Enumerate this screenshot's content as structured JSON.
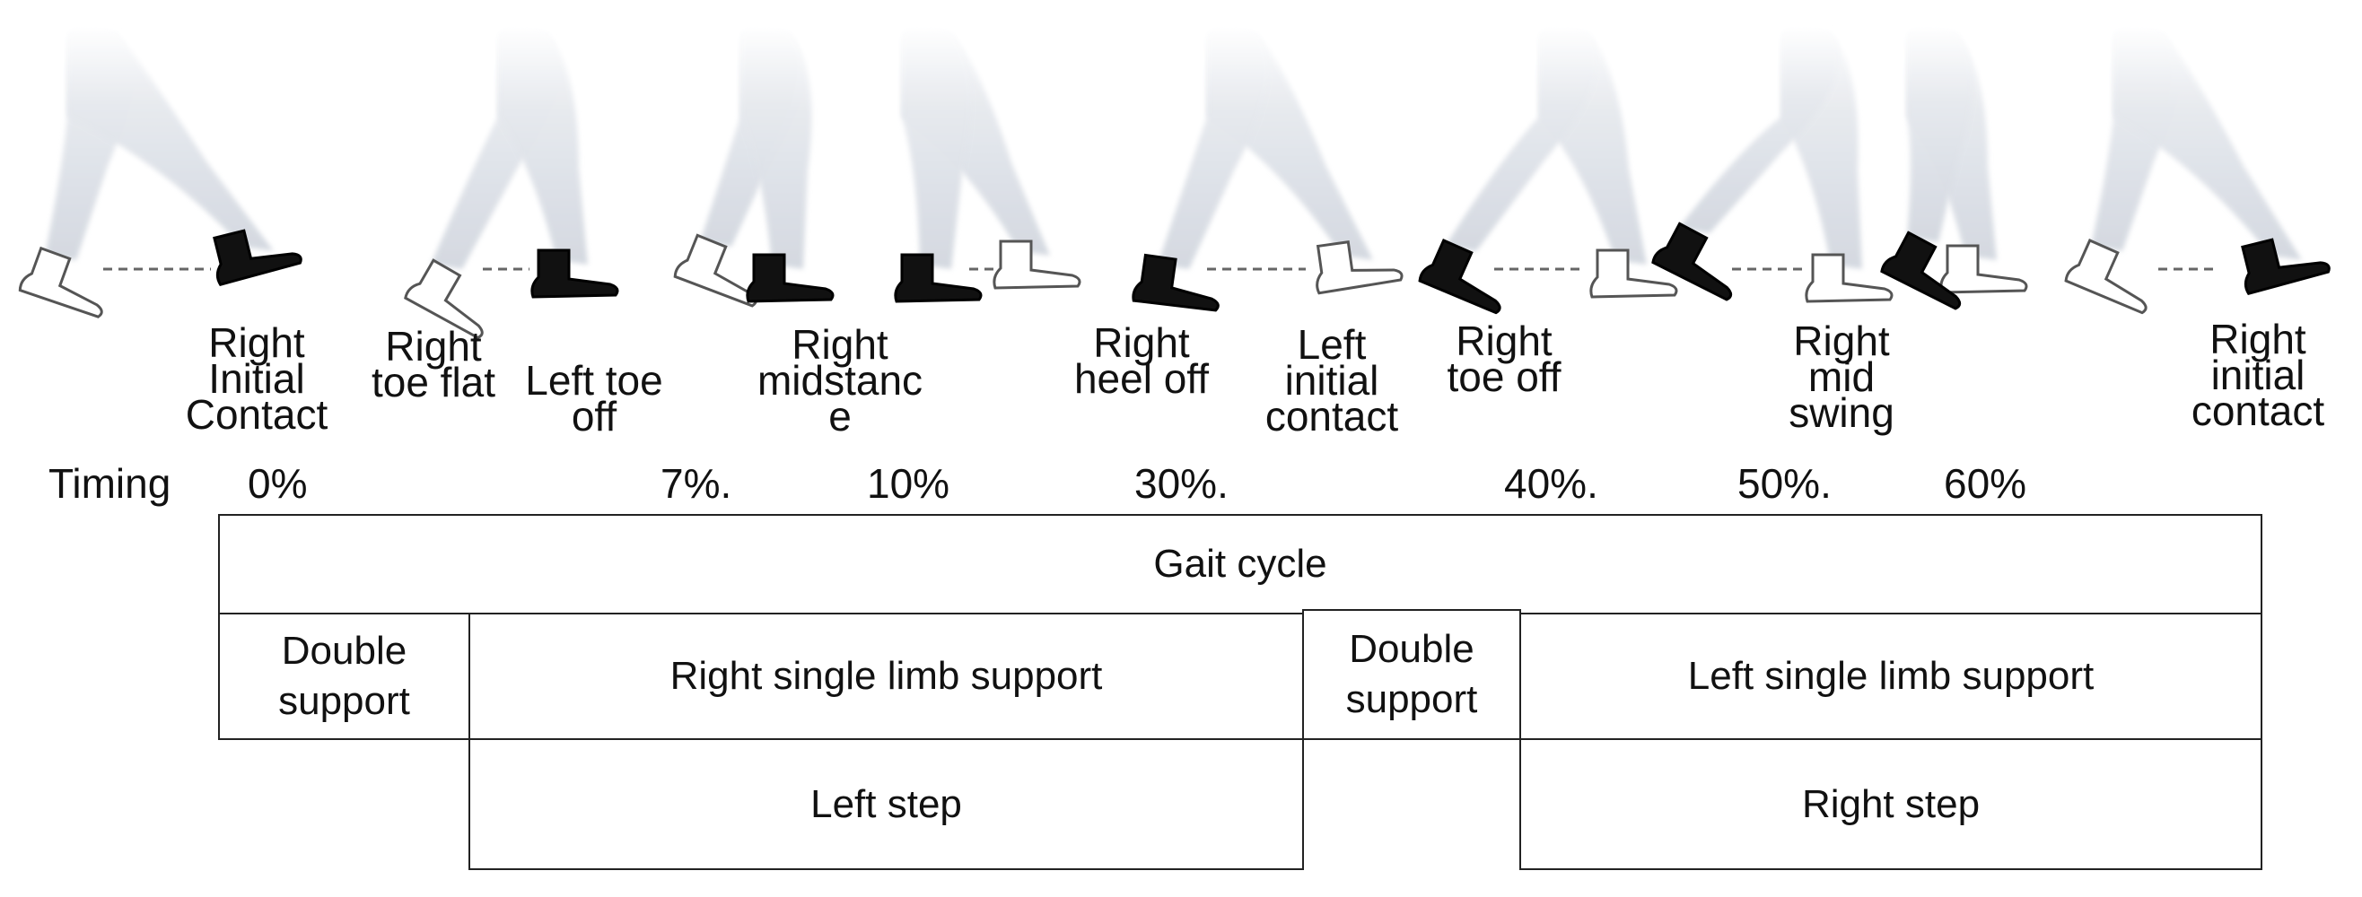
{
  "phases": [
    {
      "id": "right-initial-contact",
      "label": "Right\nInitial\nContact"
    },
    {
      "id": "right-toe-flat",
      "label": "Right\ntoe flat"
    },
    {
      "id": "left-toe-off",
      "label": "Left toe\noff"
    },
    {
      "id": "right-midstance",
      "label": "Right\nmidstanc\ne"
    },
    {
      "id": "right-heel-off",
      "label": "Right\nheel off"
    },
    {
      "id": "left-initial-contact",
      "label": "Left\ninitial\ncontact"
    },
    {
      "id": "right-toe-off",
      "label": "Right\ntoe off"
    },
    {
      "id": "right-mid-swing",
      "label": "Right\nmid\nswing"
    },
    {
      "id": "right-initial-contact-end",
      "label": "Right\ninitial\ncontact"
    }
  ],
  "timing": {
    "label": "Timing",
    "values": [
      "0%",
      "7%.",
      "10%",
      "30%.",
      "40%.",
      "50%.",
      "60%"
    ]
  },
  "boxes": {
    "gait_cycle": "Gait cycle",
    "double_support_1": "Double\nsupport",
    "right_single_limb_support": "Right single limb support",
    "double_support_2": "Double\nsupport",
    "left_single_limb_support": "Left single limb support",
    "left_step": "Left step",
    "right_step": "Right step"
  },
  "colors": {
    "right_shoe": "#111111",
    "left_shoe": "#ffffff",
    "leg_fill": "#dfe3e9",
    "border": "#222222"
  }
}
